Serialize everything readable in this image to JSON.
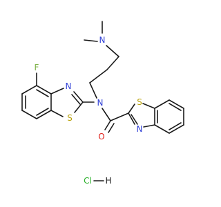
{
  "atom_colors": {
    "C": "#1a1a1a",
    "N": "#2f3fd6",
    "S": "#b8a10a",
    "O": "#e0201a",
    "F": "#7fb34a",
    "Cl": "#2bb02b",
    "H": "#1a1a1a"
  },
  "atoms": [
    {
      "name": "dimethylamine-n",
      "label": "N"
    },
    {
      "name": "amide-n",
      "label": "N"
    },
    {
      "name": "carbonyl-o",
      "label": "O"
    },
    {
      "name": "fluoro-f",
      "label": "F"
    },
    {
      "name": "left-thiazole-n",
      "label": "N"
    },
    {
      "name": "left-thiazole-s",
      "label": "S"
    },
    {
      "name": "right-thiazole-s",
      "label": "S"
    },
    {
      "name": "right-thiazole-n",
      "label": "N"
    }
  ],
  "salt": {
    "cl": "Cl",
    "h": "H"
  }
}
